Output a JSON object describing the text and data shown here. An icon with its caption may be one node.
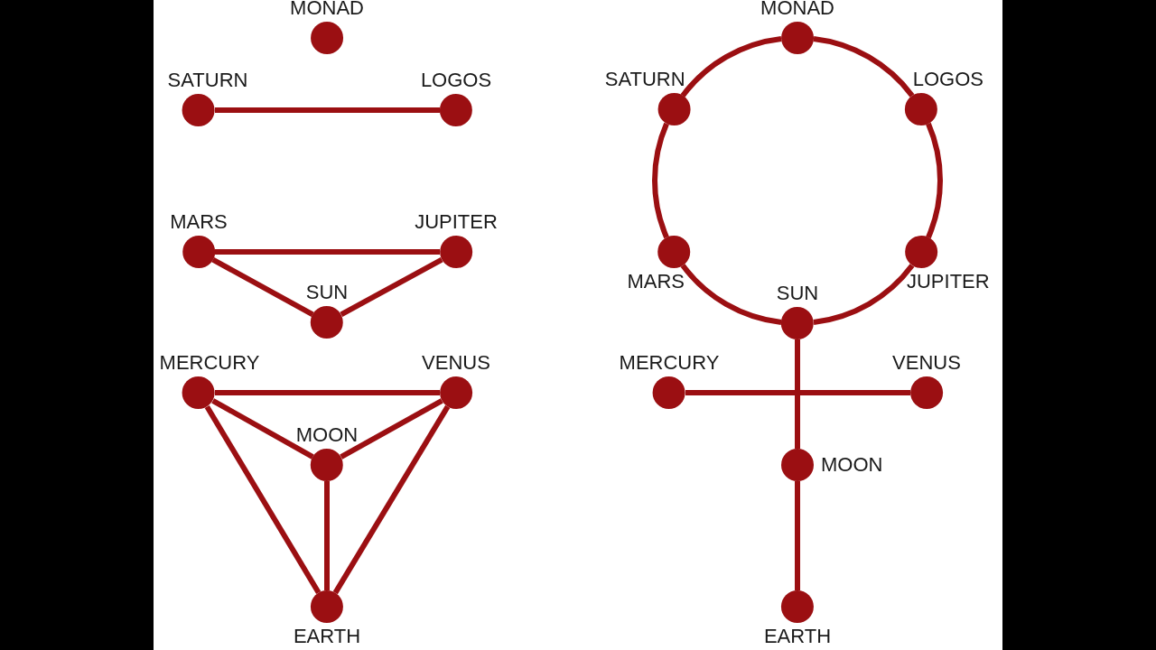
{
  "diagram": {
    "nodes": [
      {
        "text": [
          "MONAD"
        ]
      },
      {
        "text": [
          "SATURN"
        ]
      },
      {
        "text": [
          "LOGOS"
        ]
      },
      {
        "text": [
          "MARS"
        ]
      },
      {
        "text": [
          "JUPITER"
        ]
      },
      {
        "text": [
          "SUN"
        ]
      },
      {
        "text": [
          "MERCURY"
        ]
      },
      {
        "text": [
          "VENUS"
        ]
      },
      {
        "text": [
          "MOON"
        ]
      },
      {
        "text": [
          "EARTH"
        ]
      },
      {
        "text": [
          "MONAD"
        ]
      },
      {
        "text": [
          "SATURN"
        ]
      },
      {
        "text": [
          "LOGOS"
        ]
      },
      {
        "text": [
          "MARS"
        ]
      },
      {
        "text": [
          "JUPITER"
        ]
      },
      {
        "text": [
          "SUN"
        ]
      },
      {
        "text": [
          "MERCURY"
        ]
      },
      {
        "text": [
          "VENUS"
        ]
      },
      {
        "text": [
          "MOON"
        ]
      },
      {
        "text": [
          "EARTH"
        ]
      }
    ],
    "edges": [
      {
        "from": 1,
        "to": 2,
        "arrow": "none"
      },
      {
        "from": 3,
        "to": 4,
        "arrow": "none"
      },
      {
        "from": 3,
        "to": 5,
        "arrow": "none"
      },
      {
        "from": 4,
        "to": 5,
        "arrow": "none"
      },
      {
        "from": 6,
        "to": 7,
        "arrow": "none"
      },
      {
        "from": 6,
        "to": 8,
        "arrow": "none"
      },
      {
        "from": 7,
        "to": 8,
        "arrow": "none"
      },
      {
        "from": 6,
        "to": 9,
        "arrow": "none"
      },
      {
        "from": 7,
        "to": 9,
        "arrow": "none"
      },
      {
        "from": 8,
        "to": 9,
        "arrow": "none"
      },
      {
        "from": 10,
        "to": 12,
        "arrow": "none"
      },
      {
        "from": 12,
        "to": 14,
        "arrow": "none"
      },
      {
        "from": 14,
        "to": 15,
        "arrow": "none"
      },
      {
        "from": 15,
        "to": 13,
        "arrow": "none"
      },
      {
        "from": 13,
        "to": 11,
        "arrow": "none"
      },
      {
        "from": 11,
        "to": 10,
        "arrow": "none"
      },
      {
        "from": 15,
        "to": 18,
        "arrow": "none"
      },
      {
        "from": 18,
        "to": 19,
        "arrow": "none"
      },
      {
        "from": 16,
        "to": 17,
        "arrow": "none"
      }
    ]
  }
}
